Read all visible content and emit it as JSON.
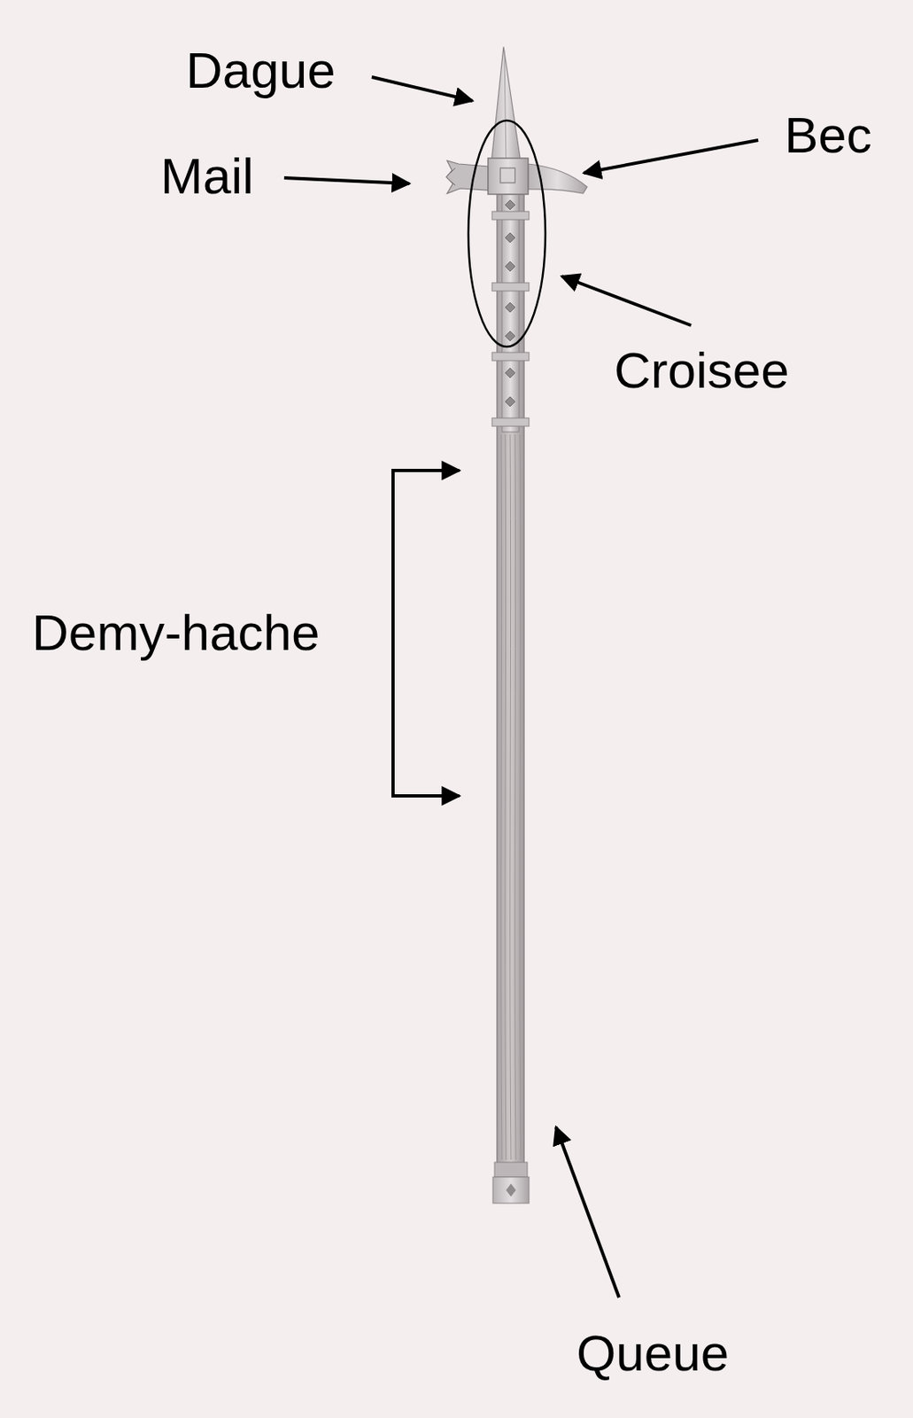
{
  "diagram": {
    "labels": [
      "Dague",
      "Bec",
      "Mail",
      "Croisee",
      "Demy-hache",
      "Queue"
    ]
  }
}
